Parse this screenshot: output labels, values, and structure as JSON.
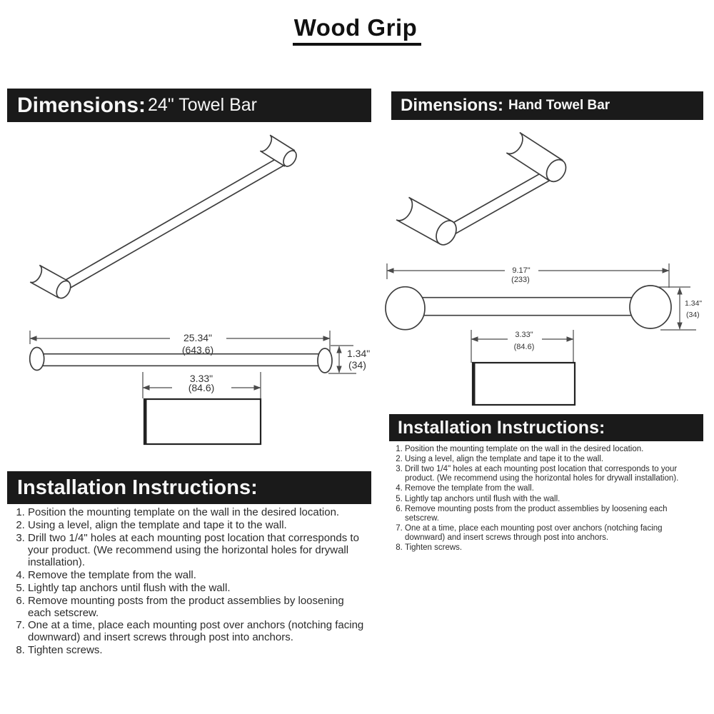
{
  "page": {
    "title": "Wood Grip"
  },
  "left": {
    "header": {
      "label_bold": "Dimensions:",
      "label_product": "24\" Towel Bar"
    },
    "dims": {
      "length_in": "25.34\"",
      "length_mm": "(643.6)",
      "diameter_in": "1.34\"",
      "diameter_mm": "(34)",
      "post_in": "3.33\"",
      "post_mm": "(84.6)"
    },
    "install": {
      "header": "Installation Instructions:",
      "steps": [
        "Position the mounting template on the wall in the desired location.",
        "Using a level, align the template and tape it to the wall.",
        "Drill two 1/4\" holes at each mounting post location that corresponds to your product. (We recommend using the horizontal holes for drywall installation).",
        "Remove the template from the wall.",
        "Lightly tap anchors until flush with the wall.",
        "Remove mounting posts from the product assemblies by loosening each setscrew.",
        "One at a time, place each mounting post over anchors (notching facing downward) and insert screws through post into anchors.",
        "Tighten screws."
      ]
    }
  },
  "right": {
    "header": {
      "label_bold": "Dimensions:",
      "label_product": "Hand Towel Bar"
    },
    "dims": {
      "length_in": "9.17\"",
      "length_mm": "(233)",
      "diameter_in": "1.34\"",
      "diameter_mm": "(34)",
      "post_in": "3.33\"",
      "post_mm": "(84.6)"
    },
    "install": {
      "header": "Installation Instructions:",
      "steps": [
        "Position the mounting template on the wall in the desired location.",
        "Using a level, align the template and tape it to the wall.",
        "Drill two 1/4\" holes at each mounting post location that corresponds to your product. (We recommend using the horizontal holes for drywall installation).",
        "Remove the template from the wall.",
        "Lightly tap anchors until flush with the wall.",
        "Remove mounting posts from the product assemblies by loosening each setscrew.",
        "One at a time, place each mounting post over anchors (notching facing downward) and insert screws through post into anchors.",
        "Tighten screws."
      ]
    }
  },
  "colors": {
    "header_bg": "#1a1a1a",
    "header_text": "#f7f7f7",
    "drawing_line": "#3d3d3d"
  }
}
